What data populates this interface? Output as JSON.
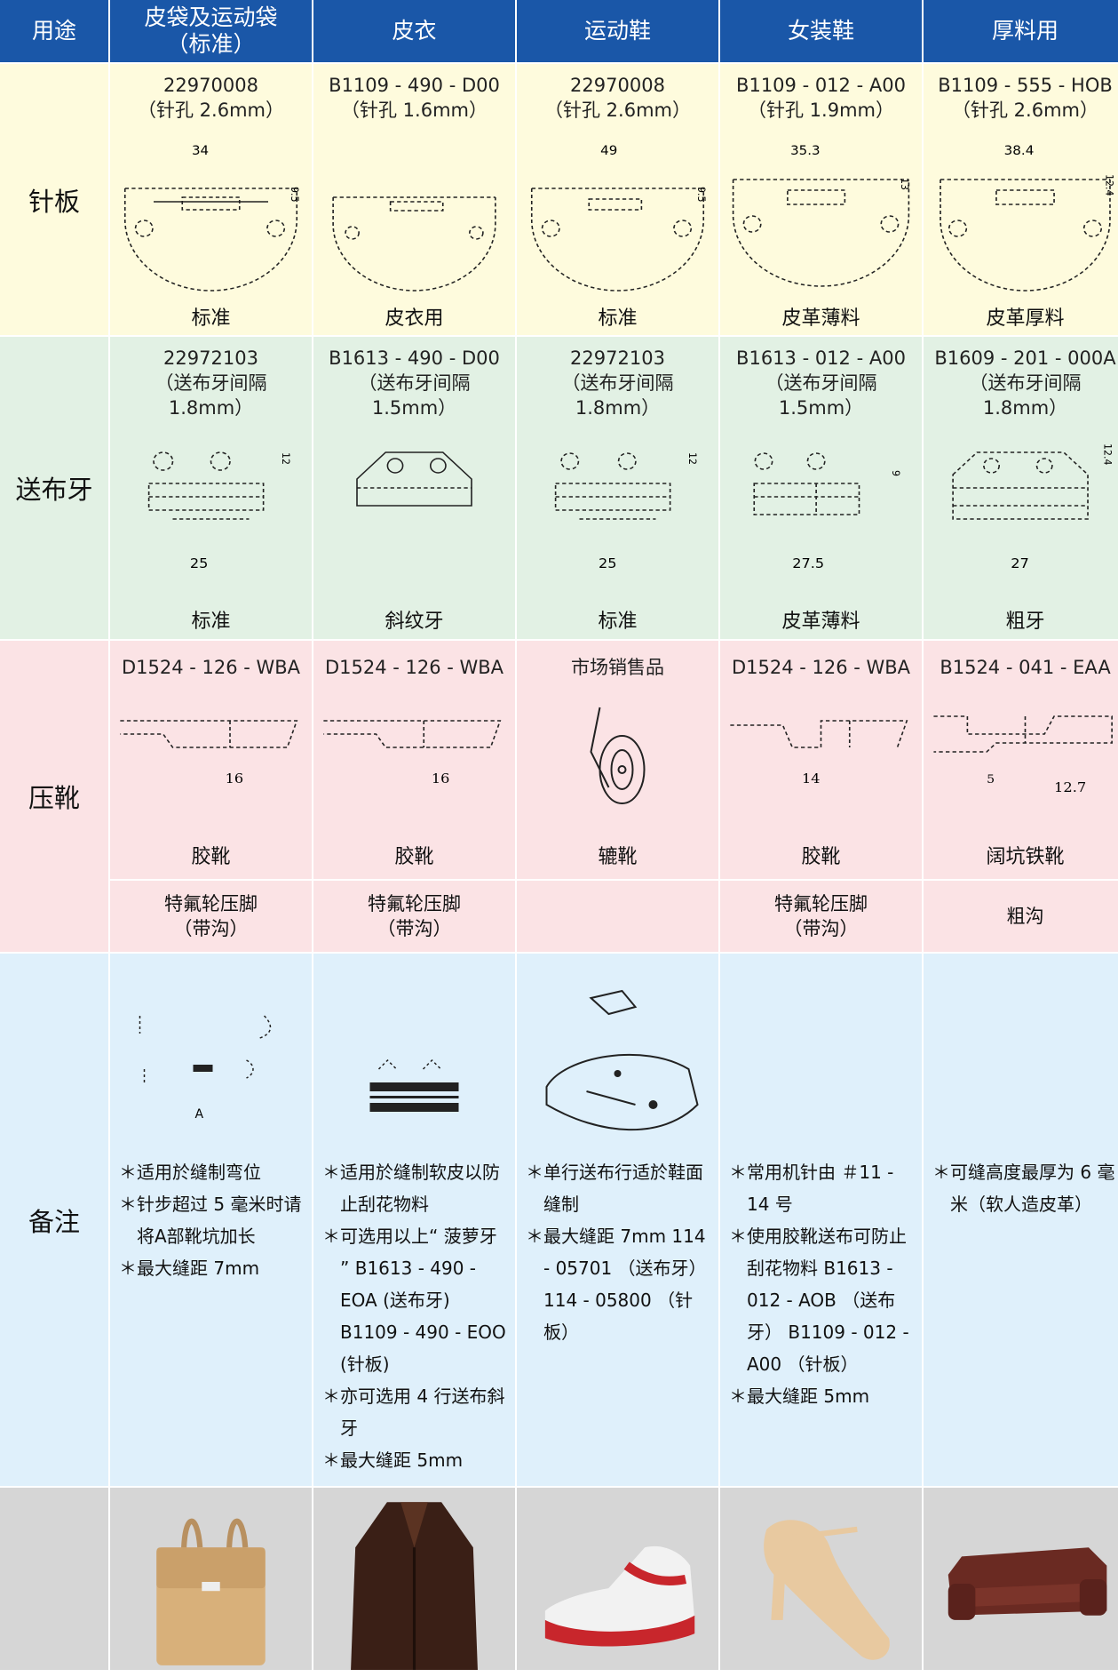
{
  "header": [
    "用途",
    [
      "皮袋及运动袋",
      "（标准）"
    ],
    "皮衣",
    "运动鞋",
    "女装鞋",
    "厚料用"
  ],
  "rows": {
    "needle_plate": {
      "label": "针板",
      "cells": [
        {
          "code": "22970008",
          "spec": "（针孔 2.6mm）",
          "dim_w": "34",
          "dim_h": "9.5",
          "caption": "标准"
        },
        {
          "code": "B1109 - 490 - D00",
          "spec": "（针孔 1.6mm）",
          "dim_w": "",
          "dim_h": "",
          "caption": "皮衣用"
        },
        {
          "code": "22970008",
          "spec": "（针孔 2.6mm）",
          "dim_w": "49",
          "dim_h": "9.5",
          "caption": "标准"
        },
        {
          "code": "B1109 - 012 - A00",
          "spec": "（针孔 1.9mm）",
          "dim_w": "35.3",
          "dim_h": "13",
          "caption": "皮革薄料"
        },
        {
          "code": "B1109 - 555 - HOB",
          "spec": "（针孔 2.6mm）",
          "dim_w": "38.4",
          "dim_h": "12.4",
          "caption": "皮革厚料"
        }
      ]
    },
    "feed_dog": {
      "label": "送布牙",
      "cells": [
        {
          "code": "22972103",
          "spec": [
            "（送布牙间隔",
            "1.8mm）"
          ],
          "dim_w": "25",
          "dim_h": "12",
          "caption": "标准"
        },
        {
          "code": "B1613 - 490 - D00",
          "spec": [
            "（送布牙间隔",
            "1.5mm）"
          ],
          "dim_w": "",
          "dim_h": "",
          "caption": "斜纹牙"
        },
        {
          "code": "22972103",
          "spec": [
            "（送布牙间隔",
            "1.8mm）"
          ],
          "dim_w": "25",
          "dim_h": "12",
          "caption": "标准"
        },
        {
          "code": "B1613 - 012 - A00",
          "spec": [
            "（送布牙间隔",
            "1.5mm）"
          ],
          "dim_w": "27.5",
          "dim_h": "9",
          "caption": "皮革薄料"
        },
        {
          "code": "B1609 - 201 - 000A",
          "spec": [
            "（送布牙间隔",
            "1.8mm）"
          ],
          "dim_w": "27",
          "dim_h": "12.4",
          "caption": "粗牙"
        }
      ]
    },
    "presser_foot": {
      "label": "压靴",
      "cells": [
        {
          "code": "D1524 - 126 - WBA",
          "dim": "16",
          "caption": "胶靴"
        },
        {
          "code": "D1524 - 126 - WBA",
          "dim": "16",
          "caption": "胶靴"
        },
        {
          "code": "市场销售品",
          "dim": "",
          "caption": "辘靴"
        },
        {
          "code": "D1524 - 126 - WBA",
          "dim": "14",
          "caption": "胶靴"
        },
        {
          "code": "B1524 - 041 - EAA",
          "dim": "12.7",
          "dim2": "5",
          "caption": "阔坑铁靴"
        }
      ],
      "sub": [
        [
          "特氟轮压脚",
          "（带沟）"
        ],
        [
          "特氟轮压脚",
          "（带沟）"
        ],
        [],
        [
          "特氟轮压脚",
          "（带沟）"
        ],
        [
          "粗沟"
        ]
      ]
    },
    "notes": {
      "label": "备注",
      "img_label_1": "A",
      "cells": [
        [
          "＊适用於缝制弯位",
          "＊针步超过 5 毫米时请将A部靴坑加长",
          "＊最大缝距 7mm"
        ],
        [
          "＊适用於缝制软皮以防止刮花物料",
          "＊可选用以上“ 菠萝牙 ” B1613 - 490 - EOA (送布牙) B1109 - 490 - EOO (针板)",
          "＊亦可选用 4 行送布斜牙",
          "＊最大缝距 5mm"
        ],
        [
          "＊单行送布行适於鞋面缝制",
          "＊最大缝距 7mm 114 - 05701 （送布牙） 114 - 05800 （针板）"
        ],
        [
          "＊常用机针由 ＃11 - 14 号",
          "＊使用胶靴送布可防止刮花物料 B1613 - 012 - AOB （送布牙） B1109 - 012 - A00 （针板）",
          "＊最大缝距 5mm"
        ],
        [
          "＊可缝高度最厚为 6 毫米（软人造皮革）"
        ]
      ]
    },
    "photos": {
      "items": [
        "bag-photo",
        "leather-jacket-photo",
        "sneaker-photo",
        "womens-shoe-photo",
        "sofa-photo"
      ]
    }
  },
  "colors": {
    "header": "#1a57a8",
    "needle_plate_bg": "#fefbdd",
    "feed_dog_bg": "#e2f1e4",
    "presser_foot_bg": "#fbe3e5",
    "notes_bg": "#dff0fb",
    "photo_bg": "#d6d6d6"
  }
}
